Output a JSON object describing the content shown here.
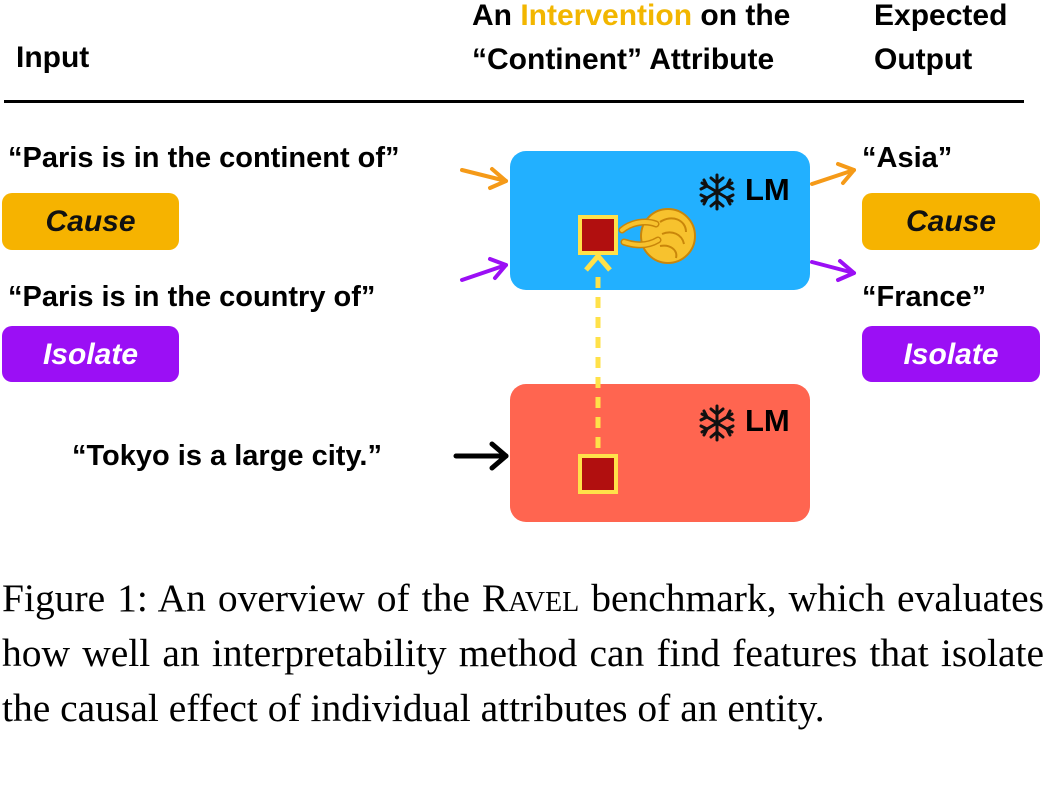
{
  "header": {
    "input_label": "Input",
    "intervention_prefix": "An",
    "intervention_word": "Intervention",
    "intervention_suffix": "on the",
    "intervention_line2": "“Continent” Attribute",
    "expected_line1": "Expected",
    "expected_line2": "Output"
  },
  "inputs": {
    "base_prompt": "“Paris is in the continent of”",
    "base_tag": "Cause",
    "isolate_prompt": "“Paris is in the country of”",
    "isolate_tag": "Isolate",
    "source_prompt": "“Tokyo is a large city.”"
  },
  "models": {
    "top_label": "LM",
    "bottom_label": "LM",
    "frozen_icon": "snowflake-icon",
    "hand_icon": "pinching-hand-icon"
  },
  "outputs": {
    "cause_output": "“Asia”",
    "cause_tag": "Cause",
    "isolate_output": "“France”",
    "isolate_tag": "Isolate"
  },
  "caption": {
    "prefix": "Figure 1: An overview of the",
    "name": "Ravel",
    "suffix": "benchmark, which evaluates how well an interpretability method can find features that isolate the causal effect of individual attributes of an entity."
  },
  "colors": {
    "cause": "#f6b300",
    "isolate": "#9b0ff5",
    "top_lm": "#22b0ff",
    "bottom_lm": "#ff6550",
    "neuron": "#b10f0f",
    "neuron_border": "#ffe14a",
    "intervention_text": "#f2b600"
  }
}
